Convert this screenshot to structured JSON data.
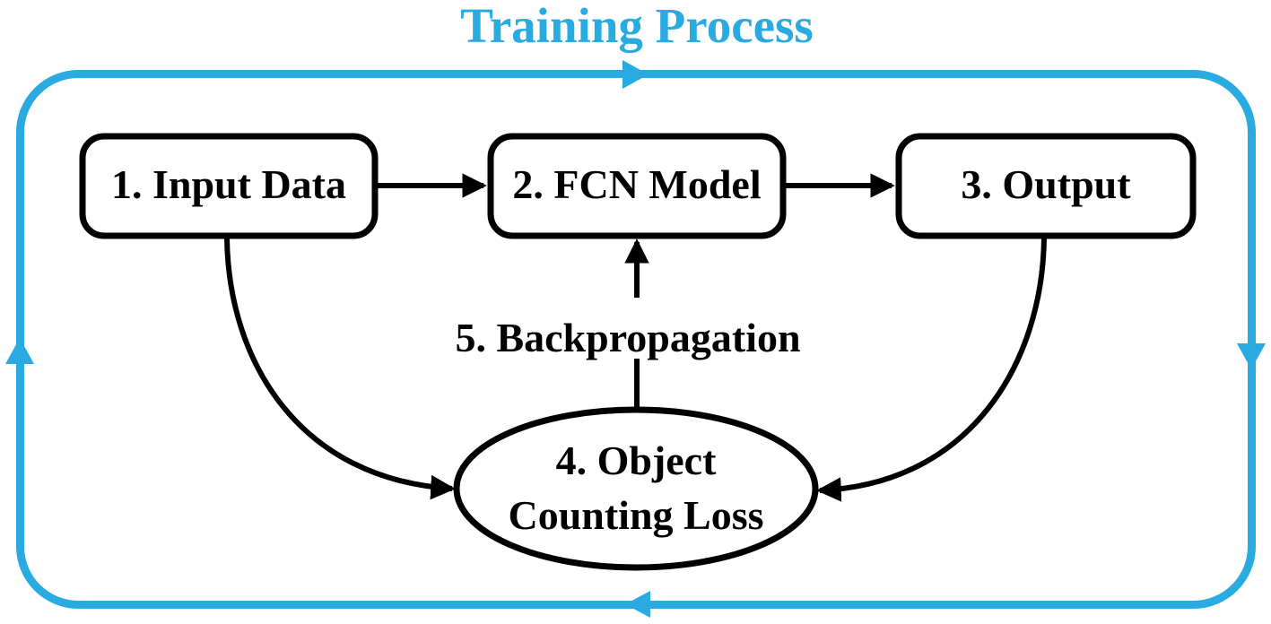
{
  "title": "Training Process",
  "colors": {
    "accent": "#29ABE2",
    "line": "#000000",
    "node_fill": "#FFFFFF",
    "background": "#FFFFFF"
  },
  "nodes": {
    "input": "1. Input Data",
    "fcn": "2. FCN Model",
    "output": "3. Output",
    "loss_line1": "4. Object",
    "loss_line2": "Counting Loss",
    "backprop": "5. Backpropagation"
  },
  "edges": [
    {
      "from": "1. Input Data",
      "to": "2. FCN Model"
    },
    {
      "from": "2. FCN Model",
      "to": "3. Output"
    },
    {
      "from": "1. Input Data",
      "to": "4. Object Counting Loss"
    },
    {
      "from": "3. Output",
      "to": "4. Object Counting Loss"
    },
    {
      "from": "4. Object Counting Loss",
      "to": "2. FCN Model",
      "via": "5. Backpropagation"
    }
  ],
  "loop": {
    "direction": "clockwise",
    "arrow_count": 4
  }
}
